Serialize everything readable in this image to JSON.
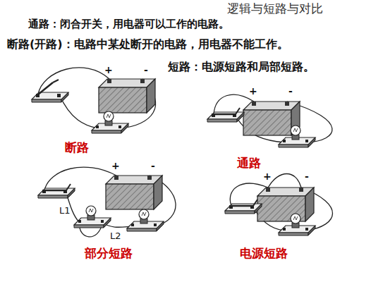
{
  "diagram": {
    "labels": [
      "逻辑与短路与对比",
      "通路：闭合开关，用电器可以工作的电路。",
      "断路(开路)：电路中某处断开的电路，用电器不能工作。",
      "短路：电源短路和局部短路。",
      "+",
      "-",
      "断路",
      "+",
      "-",
      "通路",
      "+",
      "-",
      "L1",
      "L2",
      "部分短路",
      "+",
      "-",
      "电源短路"
    ]
  }
}
